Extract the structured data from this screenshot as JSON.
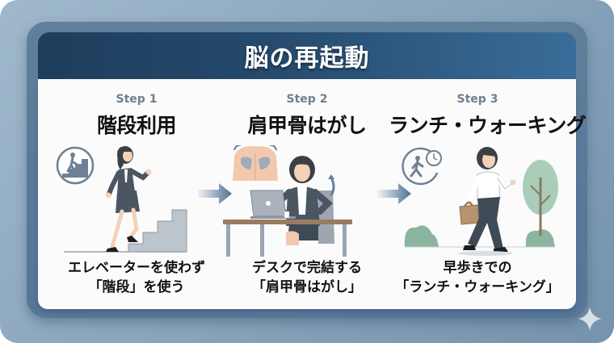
{
  "header": {
    "title": "脳の再起動"
  },
  "colors": {
    "header_start": "#1e3d5c",
    "header_end": "#3a6d9a",
    "frame": "#5f7f9b",
    "background": "#8aa5bc",
    "step_label": "#6d7f90",
    "arrow": "#4a6f94"
  },
  "steps": [
    {
      "label": "Step 1",
      "title": "階段利用",
      "icon": "stairs-climbing-icon",
      "illustration": "woman-climbing-stairs",
      "caption_line1": "エレベーターを使わず",
      "caption_line2": "「階段」を使う"
    },
    {
      "label": "Step 2",
      "title": "肩甲骨はがし",
      "icon": "shoulder-blades-icon",
      "illustration": "woman-stretching-at-desk",
      "caption_line1": "デスクで完結する",
      "caption_line2": "「肩甲骨はがし」"
    },
    {
      "label": "Step 3",
      "title": "ランチ・ウォーキング",
      "icon": "walking-clock-icon",
      "illustration": "woman-walking-outdoors",
      "caption_line1": "早歩きでの",
      "caption_line2": "「ランチ・ウォーキング」"
    }
  ],
  "arrows": [
    "arrow-right-icon",
    "arrow-right-icon"
  ],
  "decoration": {
    "sparkle": "sparkle-icon"
  }
}
